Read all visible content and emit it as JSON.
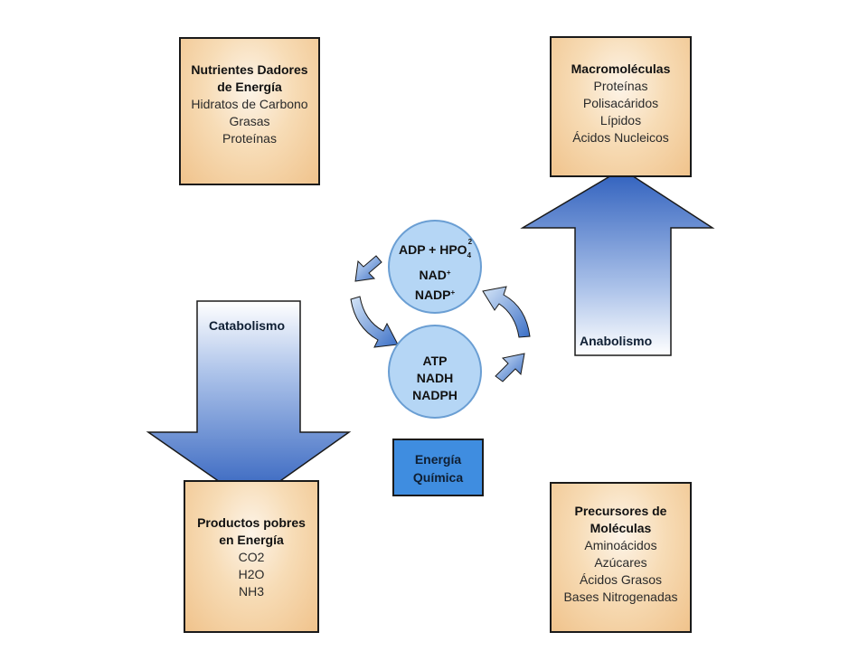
{
  "nutrients": {
    "title_lines": [
      "Nutrientes Dadores",
      "de Energía"
    ],
    "items": [
      "Hidratos de Carbono",
      "Grasas",
      "Proteínas"
    ]
  },
  "macromolecules": {
    "title": "Macromoléculas",
    "items": [
      "Proteínas",
      "Polisacáridos",
      "Lípidos",
      "Ácidos Nucleicos"
    ]
  },
  "products": {
    "title_lines": [
      "Productos pobres",
      "en Energía"
    ],
    "items": [
      "CO2",
      "H2O",
      "NH3"
    ]
  },
  "precursors": {
    "title_lines": [
      "Precursores de",
      "Moléculas"
    ],
    "items": [
      "Aminoácidos",
      "Azúcares",
      "Ácidos Grasos",
      "Bases Nitrogenadas"
    ]
  },
  "cycle": {
    "top": {
      "line1_main": "ADP + HPO",
      "line1_sub": "4",
      "line1_sup": "2",
      "line2": "NAD",
      "line2_sup": "+",
      "line3": "NADP",
      "line3_sup": "+"
    },
    "bottom": [
      "ATP",
      "NADH",
      "NADPH"
    ]
  },
  "energy": [
    "Energía",
    "Química"
  ],
  "catabolism_label": "Catabolismo",
  "anabolism_label": "Anabolismo",
  "colors": {
    "box_fill": "#f0c38c",
    "circle_fill": "#b5d6f5",
    "arrow_blue": "#3f6fc9",
    "energy_fill": "#3f8de0"
  }
}
